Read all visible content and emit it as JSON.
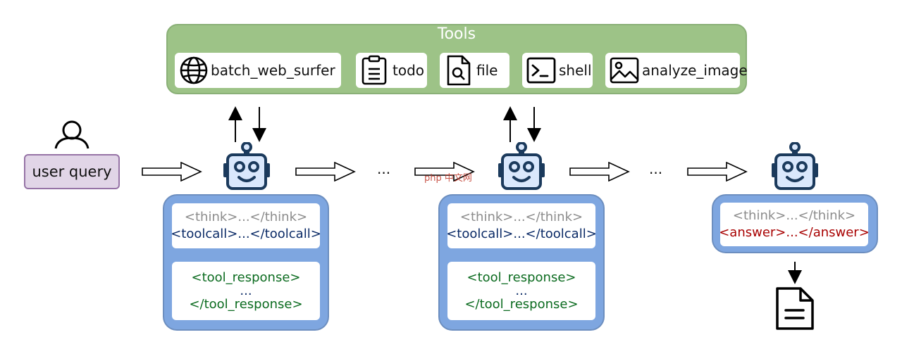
{
  "tools": {
    "title": "Tools",
    "items": [
      {
        "label": "batch_web_surfer",
        "icon": "globe-icon"
      },
      {
        "label": "todo",
        "icon": "clipboard-icon"
      },
      {
        "label": "file",
        "icon": "file-search-icon"
      },
      {
        "label": "shell",
        "icon": "terminal-icon"
      },
      {
        "label": "analyze_image",
        "icon": "image-icon"
      }
    ]
  },
  "user": {
    "label": "user query",
    "icon": "user-icon"
  },
  "steps": [
    {
      "think": "<think>...</think>",
      "toolcall": "<toolcall>...</toolcall>",
      "resp_open": "<tool_response>",
      "resp_mid": "...",
      "resp_close": "</tool_response>"
    },
    {
      "think": "<think>...</think>",
      "toolcall": "<toolcall>...</toolcall>",
      "resp_open": "<tool_response>",
      "resp_mid": "...",
      "resp_close": "</tool_response>"
    }
  ],
  "final": {
    "think": "<think>...</think>",
    "answer": "<answer>...</answer>"
  },
  "ellipsis": "...",
  "watermark": "php 中文网",
  "colors": {
    "tools_panel": "#82b366",
    "step_panel": "#7ea6e0",
    "query_box": "#e1d5e7",
    "robot": "#1b3a5c",
    "robot_face": "#dae8fc"
  }
}
